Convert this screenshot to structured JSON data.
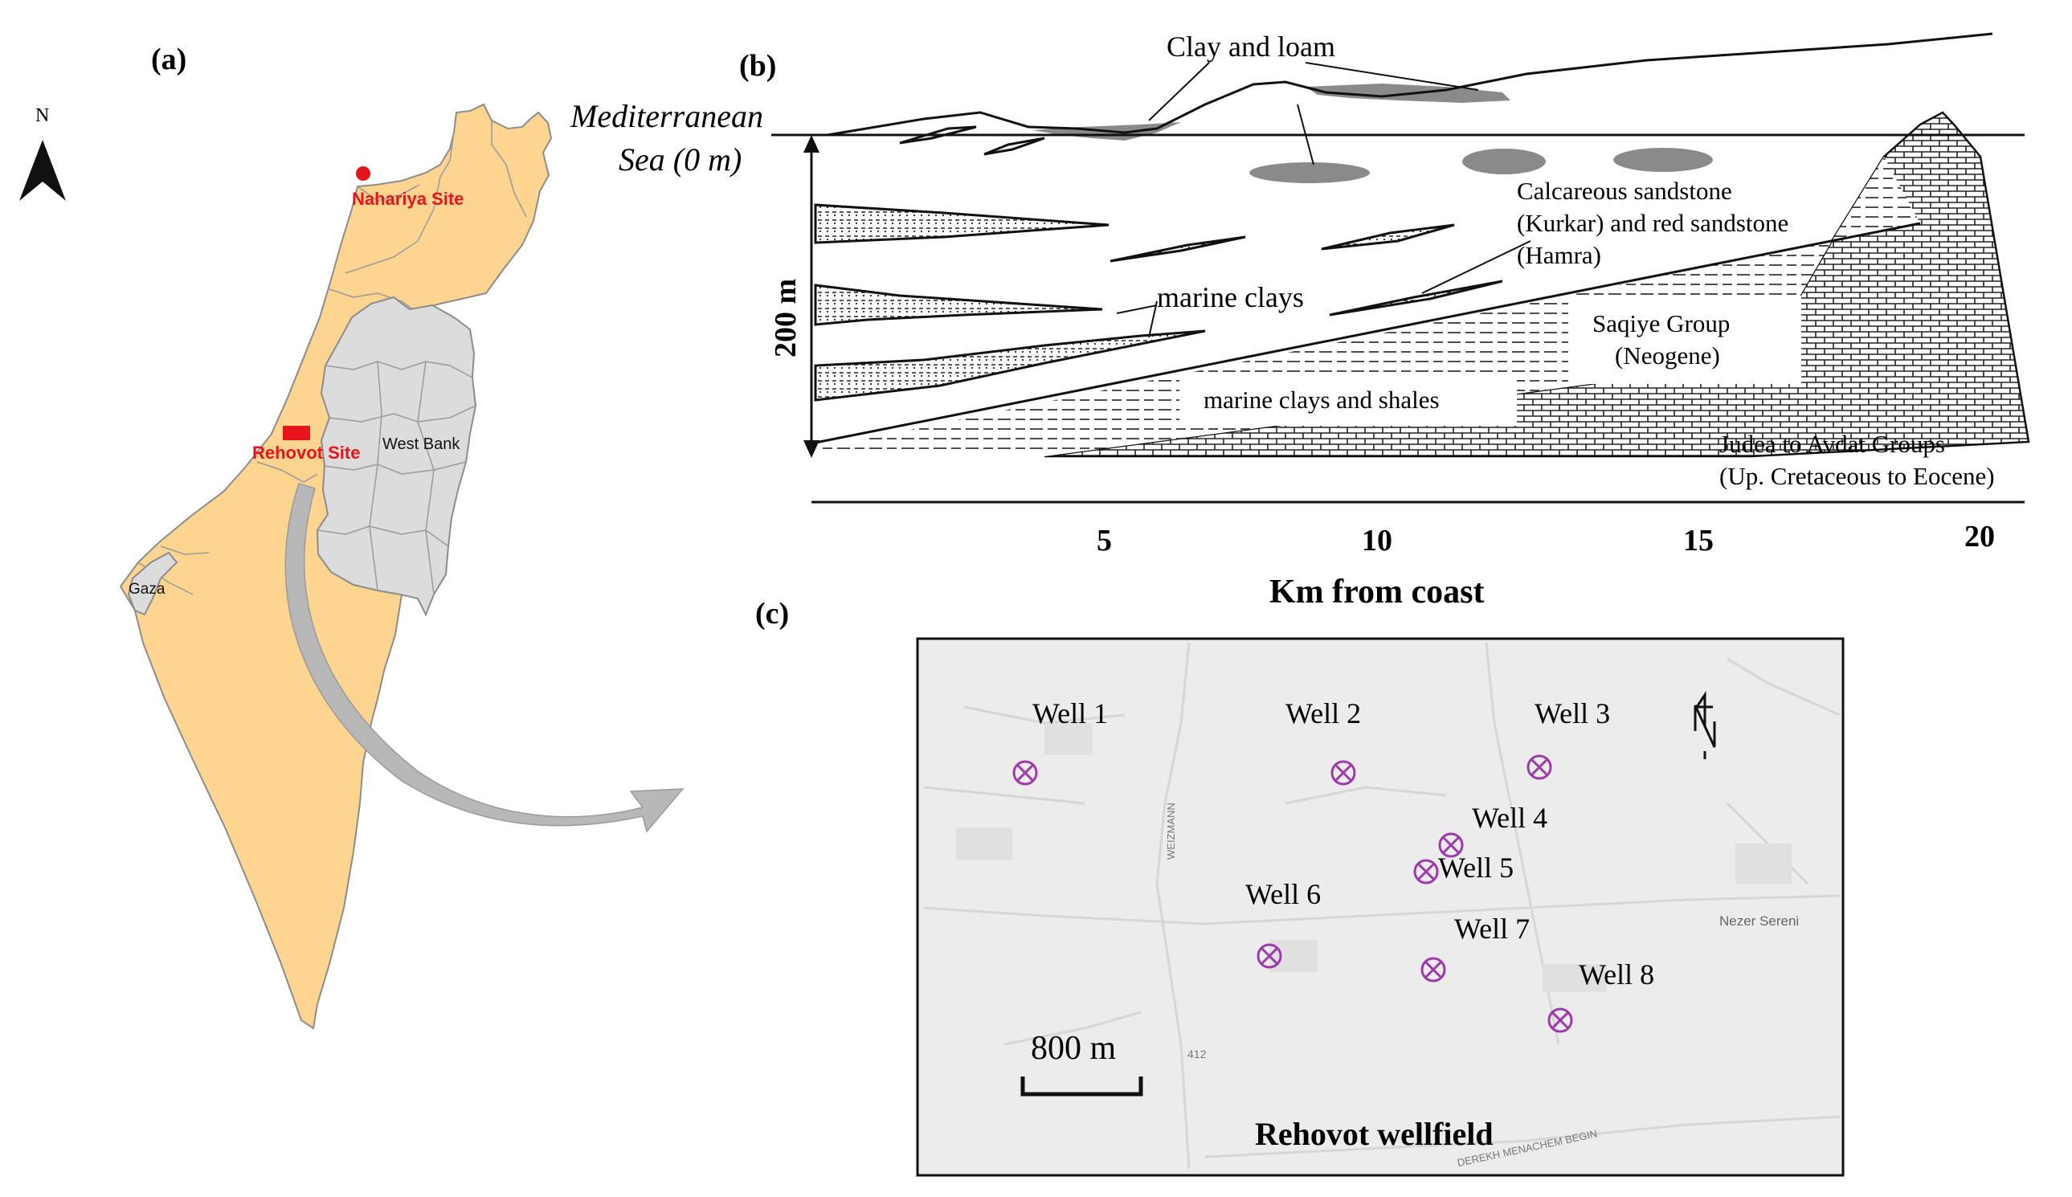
{
  "panel_a": {
    "label": "(a)",
    "north": "N",
    "sites": {
      "nahariya": "Nahariya Site",
      "rehovot": "Rehovot Site"
    },
    "regions": {
      "west_bank": "West Bank",
      "gaza": "Gaza"
    }
  },
  "panel_b": {
    "label": "(b)",
    "sea_line1": "Mediterranean",
    "sea_line2": "Sea (0 m)",
    "depth": "200 m",
    "layers": {
      "clay_loam": "Clay and loam",
      "calc_1": "Calcareous sandstone",
      "calc_2": "(Kurkar) and red sandstone",
      "calc_3": "(Hamra)",
      "marine_clays": "marine clays",
      "saqiye_1": "Saqiye Group",
      "saqiye_2": "(Neogene)",
      "marine_shales": "marine clays and shales",
      "judea_1": "Judea to Avdat Groups",
      "judea_2": "(Up. Cretaceous to Eocene)"
    },
    "axis": {
      "ticks": [
        "5",
        "10",
        "15",
        "20"
      ],
      "title": "Km from coast"
    }
  },
  "panel_c": {
    "label": "(c)",
    "wells": [
      {
        "label": "Well 1"
      },
      {
        "label": "Well 2"
      },
      {
        "label": "Well 3"
      },
      {
        "label": "Well 4"
      },
      {
        "label": "Well 5"
      },
      {
        "label": "Well 6"
      },
      {
        "label": "Well 7"
      },
      {
        "label": "Well 8"
      }
    ],
    "place": "Nezer Sereni",
    "road_1": "WEIZMANN",
    "road_2": "412",
    "road_3": "DEREKH MENACHEM BEGIN",
    "scale": "800 m",
    "title": "Rehovot wellfield"
  },
  "colors": {
    "land": "#fdd590",
    "territory": "#dcdcdc",
    "site": "#e8141b",
    "clay": "#8a8a8a",
    "well": "#9c3aa9",
    "map_bg": "#ececec"
  }
}
